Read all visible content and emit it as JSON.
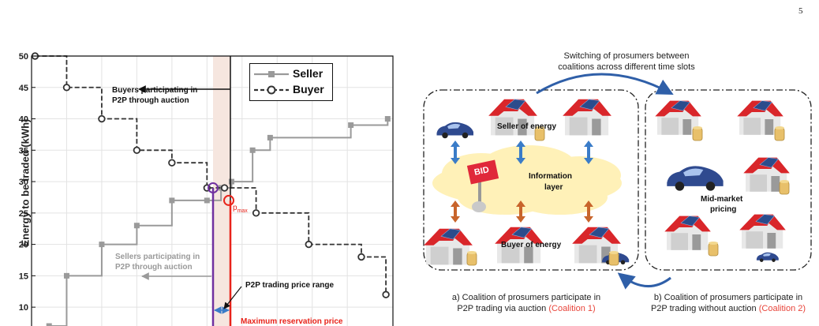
{
  "page": {
    "number": "5"
  },
  "chart_data": {
    "type": "line",
    "title": "",
    "xlabel": "",
    "ylabel": "Energy to be traded (kWh)",
    "ylim": [
      7,
      50
    ],
    "yticks": [
      10,
      15,
      20,
      25,
      30,
      35,
      40,
      45,
      50
    ],
    "grid": true,
    "legend_position": "top-right",
    "series": [
      {
        "name": "Seller",
        "style": "solid-square",
        "color": "#9a9a9a",
        "points": [
          [
            0.5,
            7
          ],
          [
            1,
            15
          ],
          [
            2,
            20
          ],
          [
            3,
            23
          ],
          [
            4,
            27
          ],
          [
            5,
            27
          ],
          [
            5.4,
            29
          ],
          [
            5.7,
            30
          ],
          [
            6.3,
            35
          ],
          [
            6.8,
            37
          ],
          [
            9.1,
            39
          ],
          [
            10.15,
            40
          ]
        ]
      },
      {
        "name": "Buyer",
        "style": "dashed-circle",
        "color": "#333333",
        "points": [
          [
            0.1,
            50
          ],
          [
            1,
            45
          ],
          [
            2,
            40
          ],
          [
            3,
            35
          ],
          [
            4,
            33
          ],
          [
            5,
            29
          ],
          [
            5.5,
            29
          ],
          [
            6.4,
            25
          ],
          [
            7.9,
            20
          ],
          [
            9.4,
            18
          ],
          [
            10.1,
            12
          ]
        ]
      }
    ],
    "annotations": [
      {
        "text": "Buyers participating in P2P through auction"
      },
      {
        "text": "Sellers participating in P2P through auction"
      },
      {
        "text": "P2P trading price range"
      },
      {
        "text": "Maximum reservation price"
      },
      {
        "text": "p",
        "sub": "max"
      }
    ],
    "colors": {
      "seller_line": "#9a9a9a",
      "buyer_line": "#333333",
      "purple_line": "#7030a0",
      "red_line": "#e8231a",
      "band": "#f6e6df"
    }
  },
  "diagram": {
    "switching_label_line1": "Switching of prosumers between",
    "switching_label_line2": "coalitions across different time slots",
    "seller_of_energy": "Seller of energy",
    "buyer_of_energy": "Buyer of energy",
    "information_layer_line1": "Information",
    "information_layer_line2": "layer",
    "bid_label": "BID",
    "mid_market_line1": "Mid-market",
    "mid_market_line2": "pricing",
    "caption_a_line1": "a) Coalition of prosumers participate in",
    "caption_a_line2": "P2P trading via auction",
    "caption_a_highlight": "(Coalition 1)",
    "caption_b_line1": "b) Coalition of prosumers participate in",
    "caption_b_line2": "P2P trading without auction",
    "caption_b_highlight": "(Coalition 2)",
    "colors": {
      "roof": "#d9262a",
      "solar": "#2b4c8c",
      "arrow_blue": "#3a7cc8",
      "arrow_orange": "#c8642b",
      "cloud": "#fff1b8",
      "car": "#2f4a8f"
    }
  }
}
